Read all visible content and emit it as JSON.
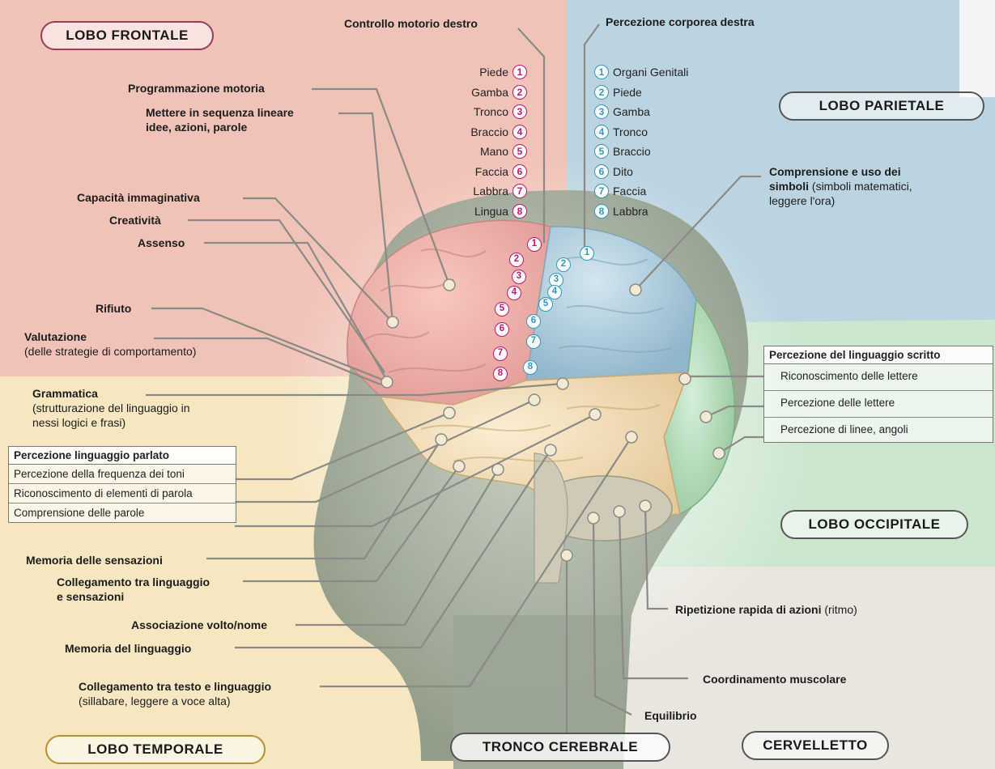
{
  "lobes": {
    "frontale": "LOBO FRONTALE",
    "parietale": "LOBO   PARIETALE",
    "occipitale": "LOBO   OCCIPITALE",
    "temporale": "LOBO TEMPORALE",
    "tronco": "TRONCO CEREBRALE",
    "cervelletto": "CERVELLETTO"
  },
  "motor": {
    "title": "Controllo motorio destro",
    "items": [
      {
        "n": "1",
        "label": "Piede"
      },
      {
        "n": "2",
        "label": "Gamba"
      },
      {
        "n": "3",
        "label": "Tronco"
      },
      {
        "n": "4",
        "label": "Braccio"
      },
      {
        "n": "5",
        "label": "Mano"
      },
      {
        "n": "6",
        "label": "Faccia"
      },
      {
        "n": "7",
        "label": "Labbra"
      },
      {
        "n": "8",
        "label": "Lingua"
      }
    ]
  },
  "sensory": {
    "title": "Percezione corporea destra",
    "items": [
      {
        "n": "1",
        "label": "Organi Genitali"
      },
      {
        "n": "2",
        "label": "Piede"
      },
      {
        "n": "3",
        "label": "Gamba"
      },
      {
        "n": "4",
        "label": "Tronco"
      },
      {
        "n": "5",
        "label": "Braccio"
      },
      {
        "n": "6",
        "label": "Dito"
      },
      {
        "n": "7",
        "label": "Faccia"
      },
      {
        "n": "8",
        "label": "Labbra"
      }
    ]
  },
  "labels": {
    "programmazione": "Programmazione motoria",
    "sequenza1": "Mettere in sequenza lineare",
    "sequenza2": "idee, azioni, parole",
    "immaginativa": "Capacità immaginativa",
    "creativita": "Creatività",
    "assenso": "Assenso",
    "rifiuto": "Rifiuto",
    "valutazione": "Valutazione",
    "valutazione_sub": "(delle strategie di comportamento)",
    "grammatica": "Grammatica",
    "grammatica_sub1": "(strutturazione del linguaggio in",
    "grammatica_sub2": "nessi logici e frasi)",
    "simboli1": "Comprensione e uso dei",
    "simboli2_b": "simboli",
    "simboli2_n": " (simboli matematici,",
    "simboli3": "leggere l'ora)",
    "memoria_sens": "Memoria delle sensazioni",
    "collegamento1": "Collegamento tra linguaggio",
    "collegamento2": "e sensazioni",
    "associazione": "Associazione volto/nome",
    "memoria_ling": "Memoria del linguaggio",
    "testo1": "Collegamento tra testo e linguaggio",
    "testo2": "(sillabare, leggere a voce alta)",
    "ripetizione_b": "Ripetizione rapida di azioni",
    "ripetizione_n": " (ritmo)",
    "coordinamento": "Coordinamento muscolare",
    "equilibrio": "Equilibrio"
  },
  "parlato": {
    "header": "Percezione linguaggio parlato",
    "items": [
      "Percezione della frequenza dei toni",
      "Riconoscimento di elementi di parola",
      "Comprensione delle parole"
    ]
  },
  "scritto": {
    "header": "Percezione del linguaggio scritto",
    "items": [
      "Riconoscimento delle lettere",
      "Percezione delle lettere",
      "Percezione di linee, angoli"
    ]
  },
  "colors": {
    "frontal": "#efb9b0",
    "parietal": "#a9c9d8",
    "occipital": "#bfe0c4",
    "temporal": "#f3e3b8",
    "magenta": "#c2186b",
    "cyan": "#2f98bf"
  }
}
